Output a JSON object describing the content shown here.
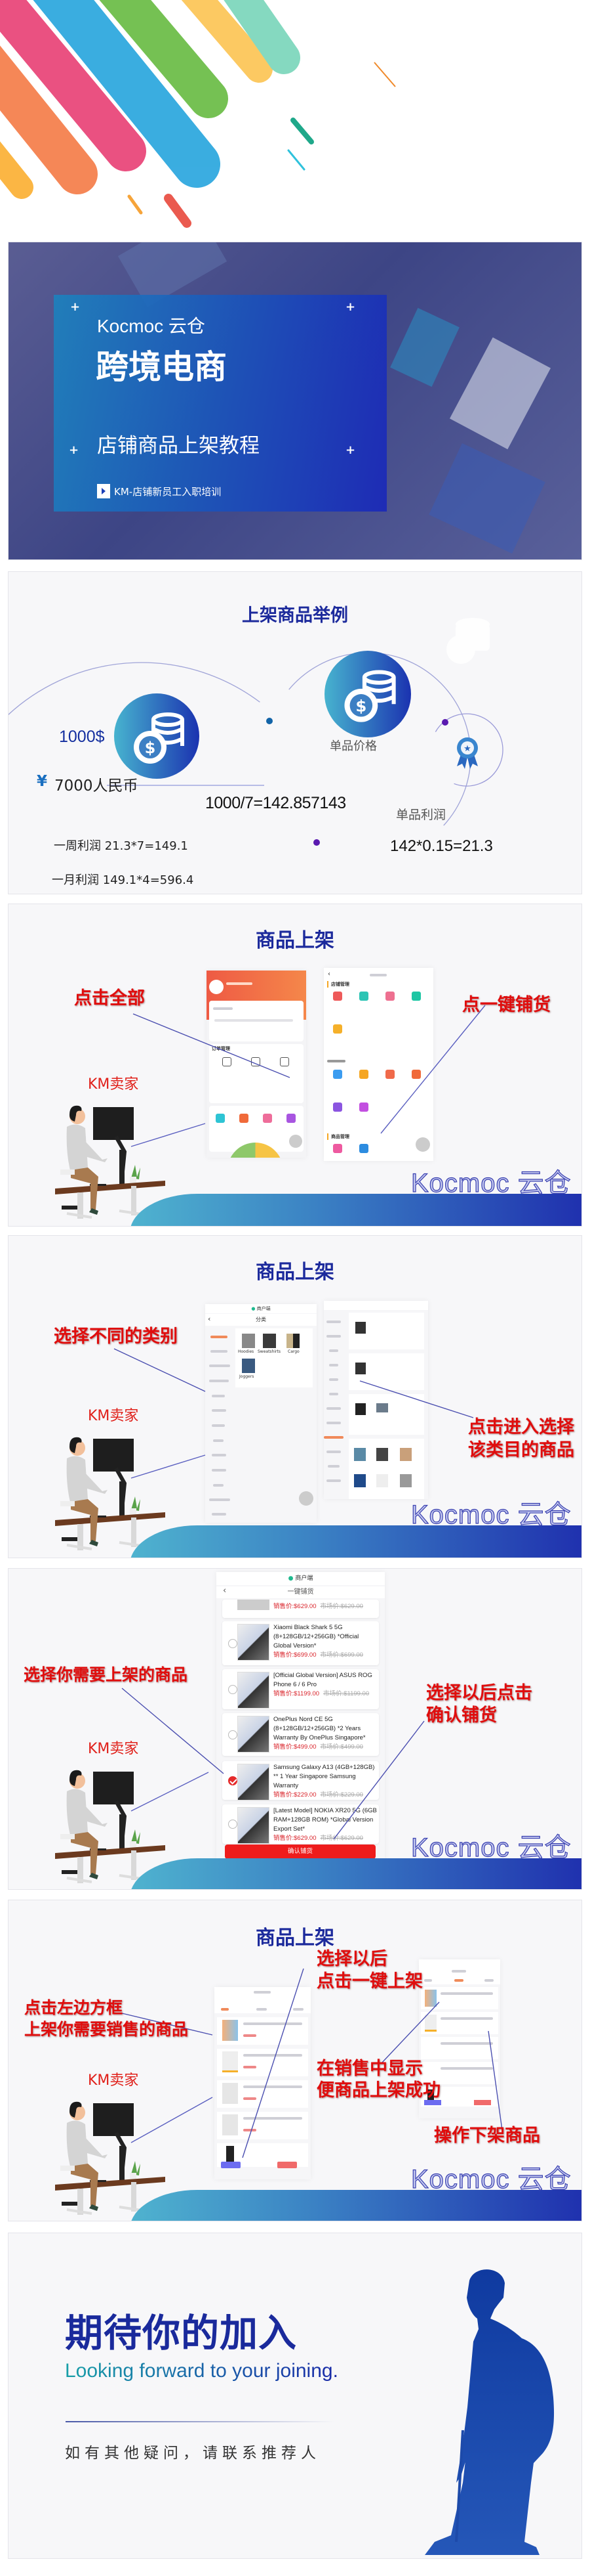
{
  "common": {
    "seller_label": "KM卖家",
    "watermark": "Kocmoc 云仓",
    "section_title": "商品上架",
    "app_header": "商户端"
  },
  "cover": {
    "brand": "Kocmoc 云仓",
    "headline": "跨境电商",
    "subtitle": "店铺商品上架教程",
    "tagline": "KM-店铺新员工入职培训"
  },
  "example": {
    "title": "上架商品举例",
    "usd_amount": "1000$",
    "yuan_symbol": "¥",
    "rmb_amount": "7000人民币",
    "unit_price_label": "单品价格",
    "unit_price_calc": "1000/7=142.857143",
    "unit_profit_label": "单品利润",
    "unit_profit_calc": "142*0.15=21.3",
    "weekly_profit": "一周利润 21.3*7=149.1",
    "monthly_profit": "一月利润 149.1*4=596.4"
  },
  "step1": {
    "callout_left": "点击全部",
    "callout_right": "点一键铺货",
    "order_section": "订单管理",
    "shop_section": "店铺管理",
    "goods_section": "商品管理"
  },
  "step2": {
    "callout_left": "选择不同的类别",
    "callout_right_1": "点击进入选择",
    "callout_right_2": "该类目的商品",
    "screen_title": "分类",
    "products": [
      "Hoodies",
      "Sweatshirts",
      "Cargo",
      "Joggers"
    ]
  },
  "step3": {
    "callout_left": "选择你需要上架的商品",
    "callout_right_1": "选择以后点击",
    "callout_right_2": "确认铺货",
    "screen_title": "一键铺货",
    "confirm_button": "确认铺货",
    "top_partial": {
      "sale": "销售价:$629.00",
      "market": "市场价:$629.00"
    },
    "items": [
      {
        "name": "Xiaomi Black Shark 5 5G (8+128GB/12+256GB) *Official Global Version*",
        "sale": "销售价:$699.00",
        "market": "市场价:$699.00",
        "checked": false
      },
      {
        "name": "[Official Global Version] ASUS ROG Phone 6 / 6 Pro",
        "sale": "销售价:$1199.00",
        "market": "市场价:$1199.00",
        "checked": false
      },
      {
        "name": "OnePlus Nord CE 5G (8+128GB/12+256GB) *2 Years Warranty By OnePlus Singapore*",
        "sale": "销售价:$499.00",
        "market": "市场价:$499.00",
        "checked": false
      },
      {
        "name": "Samsung Galaxy A13 (4GB+128GB) ** 1 Year Singapore Samsung Warranty",
        "sale": "销售价:$229.00",
        "market": "市场价:$229.00",
        "checked": true
      },
      {
        "name": "[Latest Model] NOKIA XR20 5G (6GB RAM+128GB ROM) *Global Version Export Set*",
        "sale": "销售价:$629.00",
        "market": "市场价:$629.00",
        "checked": false
      }
    ]
  },
  "step4": {
    "callout_left_1": "点击左边方框",
    "callout_left_2": "上架你需要销售的商品",
    "callout_top_1": "选择以后",
    "callout_top_2": "点击一键上架",
    "callout_mid_1": "在销售中显示",
    "callout_mid_2": "便商品上架成功",
    "callout_bottom": "操作下架商品"
  },
  "closing": {
    "headline": "期待你的加入",
    "english": "Looking forward to your joining.",
    "contact": "如有其他疑问，请联系推荐人"
  },
  "colors": {
    "title_navy": "#1c2a9c",
    "callout_red": "#e00d0d",
    "accent_blue": "#1f2fae"
  }
}
